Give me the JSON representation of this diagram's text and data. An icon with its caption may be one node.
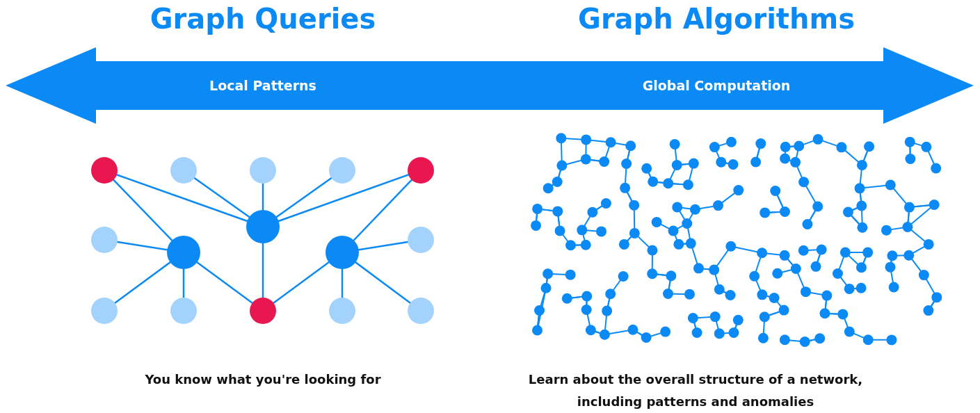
{
  "diagram": {
    "labels": [
      "Graph Queries",
      "Graph Algorithms",
      "Local Patterns",
      "Global Computation",
      "You know what you're looking for",
      "Learn about the overall structure of a network, including patterns and anomalies"
    ]
  }
}
